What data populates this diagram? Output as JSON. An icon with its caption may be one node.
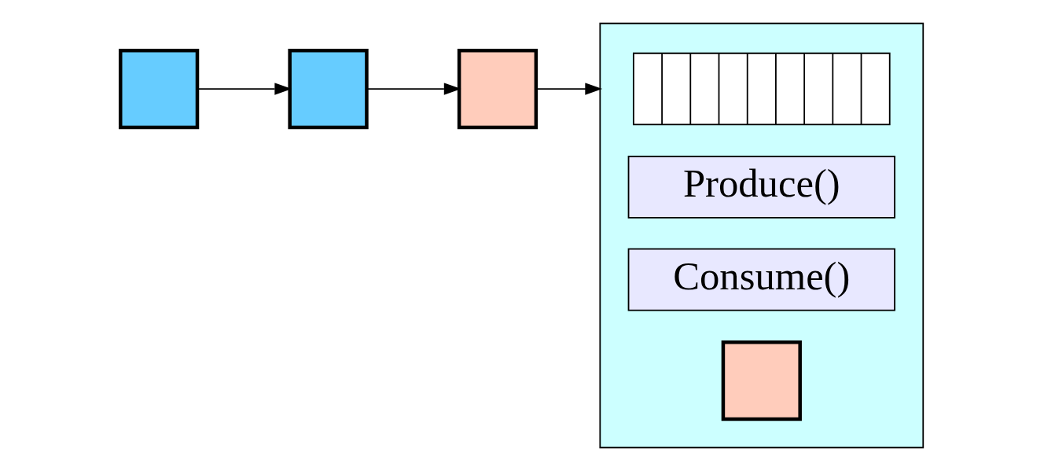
{
  "diagram": {
    "nodes": [
      {
        "text": [],
        "shape": "box"
      },
      {
        "text": [],
        "shape": "box"
      },
      {
        "text": [],
        "shape": "box"
      },
      {
        "text": [],
        "shape": "box"
      },
      {
        "text": [],
        "shape": "bar",
        "in": 3
      },
      {
        "text": [
          "Produce()"
        ],
        "in": 3
      },
      {
        "text": [
          "Consume()"
        ],
        "in": 3
      },
      {
        "text": [],
        "shape": "box",
        "in": 3
      }
    ],
    "edges": [
      {
        "from": 0,
        "to": 1,
        "arrow": "to"
      },
      {
        "from": 1,
        "to": 2,
        "arrow": "to"
      },
      {
        "from": 2,
        "to": 3,
        "arrow": "to"
      }
    ]
  }
}
